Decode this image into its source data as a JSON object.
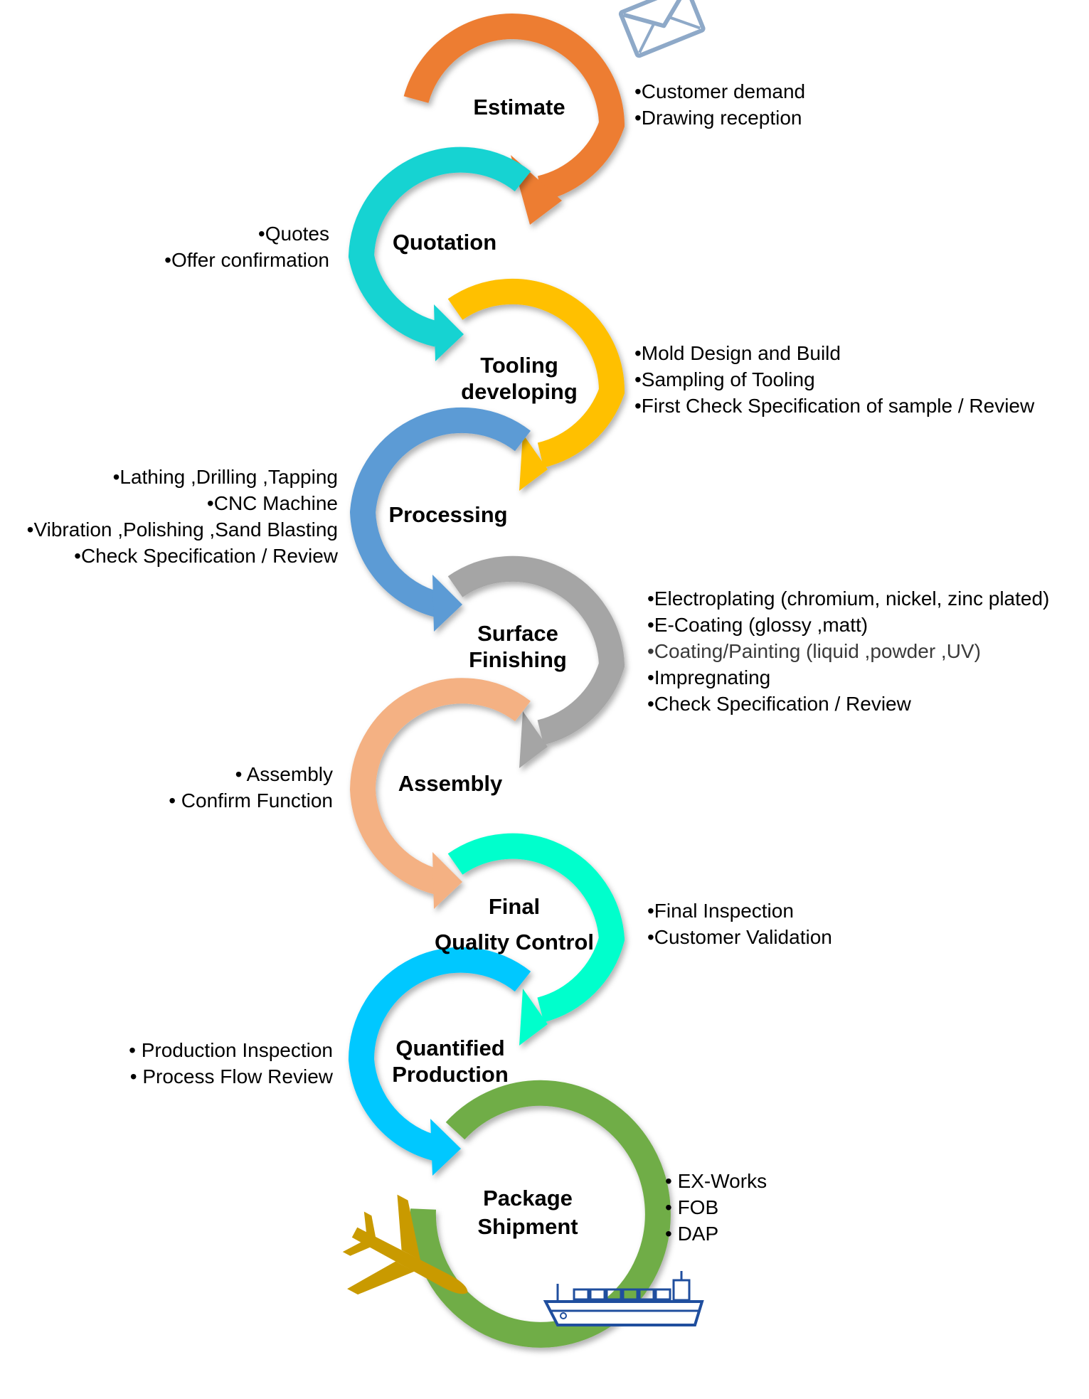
{
  "stages": [
    {
      "key": "estimate",
      "color": "#ED7D31",
      "title_lines": [
        "Estimate"
      ],
      "notes": [
        "•Customer demand",
        "•Drawing reception"
      ]
    },
    {
      "key": "quotation",
      "color": "#19D3D2",
      "title_lines": [
        "Quotation"
      ],
      "notes": [
        "•Quotes",
        "•Offer confirmation"
      ]
    },
    {
      "key": "tooling",
      "color": "#FFC000",
      "title_lines": [
        "Tooling",
        "developing"
      ],
      "notes": [
        "•Mold Design and Build",
        "•Sampling of Tooling",
        "•First Check Specification of sample / Review"
      ]
    },
    {
      "key": "processing",
      "color": "#5B9BD5",
      "title_lines": [
        "Processing"
      ],
      "notes": [
        "•Lathing ,Drilling ,Tapping",
        "•CNC Machine",
        "•Vibration ,Polishing ,Sand Blasting",
        "•Check Specification / Review"
      ]
    },
    {
      "key": "surface",
      "color": "#A5A5A5",
      "title_lines": [
        "Surface",
        "Finishing"
      ],
      "notes": [
        "•Electroplating (chromium, nickel, zinc plated)",
        "•E-Coating (glossy ,matt)",
        "•Coating/Painting (liquid ,powder ,UV)",
        "•Impregnating",
        "•Check Specification / Review"
      ]
    },
    {
      "key": "assembly",
      "color": "#F4B183",
      "title_lines": [
        "Assembly"
      ],
      "notes": [
        "• Assembly",
        "• Confirm Function"
      ]
    },
    {
      "key": "final-qc",
      "color": "#00FFCC",
      "title_lines": [
        "Final",
        "Quality Control"
      ],
      "notes": [
        "•Final Inspection",
        "•Customer Validation"
      ]
    },
    {
      "key": "quantified",
      "color": "#00C8FF",
      "title_lines": [
        "Quantified",
        "Production"
      ],
      "notes": [
        "• Production Inspection",
        "• Process Flow Review"
      ]
    },
    {
      "key": "package",
      "color": "#70AD47",
      "title_lines": [
        "Package",
        "Shipment"
      ],
      "notes": [
        "• EX-Works",
        "• FOB",
        "• DAP"
      ]
    }
  ],
  "icons": {
    "mail": "envelope-icon",
    "plane": "airplane-icon",
    "ship": "cargo-ship-icon",
    "mail_color": "#8EA9C8",
    "plane_color": "#C99A00",
    "ship_color": "#1F4E9E"
  }
}
